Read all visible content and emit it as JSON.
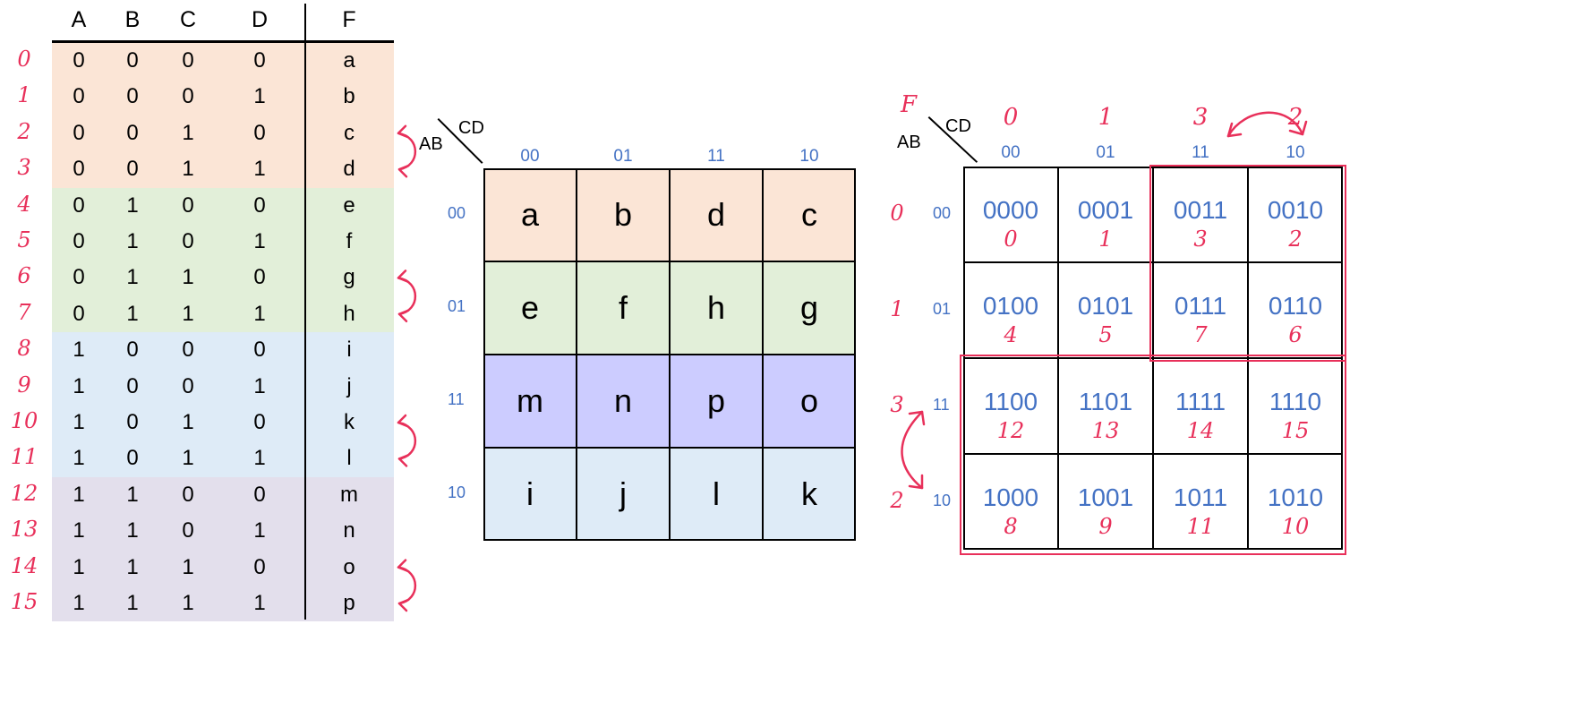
{
  "colors": {
    "peach": "#FBE5D6",
    "green": "#E2EFD9",
    "blue": "#DEEBF7",
    "purple": "#E3DFEC",
    "kmap_purple": "#CCCCFF",
    "digits": "#4472C4",
    "annot": "#E8305A",
    "line": "#000000"
  },
  "truth_table": {
    "headers": [
      "A",
      "B",
      "C",
      "D",
      "F"
    ],
    "rows": [
      {
        "index": "0",
        "a": "0",
        "b": "0",
        "c": "0",
        "d": "0",
        "f": "a"
      },
      {
        "index": "1",
        "a": "0",
        "b": "0",
        "c": "0",
        "d": "1",
        "f": "b"
      },
      {
        "index": "2",
        "a": "0",
        "b": "0",
        "c": "1",
        "d": "0",
        "f": "c"
      },
      {
        "index": "3",
        "a": "0",
        "b": "0",
        "c": "1",
        "d": "1",
        "f": "d"
      },
      {
        "index": "4",
        "a": "0",
        "b": "1",
        "c": "0",
        "d": "0",
        "f": "e"
      },
      {
        "index": "5",
        "a": "0",
        "b": "1",
        "c": "0",
        "d": "1",
        "f": "f"
      },
      {
        "index": "6",
        "a": "0",
        "b": "1",
        "c": "1",
        "d": "0",
        "f": "g"
      },
      {
        "index": "7",
        "a": "0",
        "b": "1",
        "c": "1",
        "d": "1",
        "f": "h"
      },
      {
        "index": "8",
        "a": "1",
        "b": "0",
        "c": "0",
        "d": "0",
        "f": "i"
      },
      {
        "index": "9",
        "a": "1",
        "b": "0",
        "c": "0",
        "d": "1",
        "f": "j"
      },
      {
        "index": "10",
        "a": "1",
        "b": "0",
        "c": "1",
        "d": "0",
        "f": "k"
      },
      {
        "index": "11",
        "a": "1",
        "b": "0",
        "c": "1",
        "d": "1",
        "f": "l"
      },
      {
        "index": "12",
        "a": "1",
        "b": "1",
        "c": "0",
        "d": "0",
        "f": "m"
      },
      {
        "index": "13",
        "a": "1",
        "b": "1",
        "c": "0",
        "d": "1",
        "f": "n"
      },
      {
        "index": "14",
        "a": "1",
        "b": "1",
        "c": "1",
        "d": "0",
        "f": "o"
      },
      {
        "index": "15",
        "a": "1",
        "b": "1",
        "c": "1",
        "d": "1",
        "f": "p"
      }
    ]
  },
  "kmap_letters": {
    "corner_row": "AB",
    "corner_col": "CD",
    "col_headers": [
      "00",
      "01",
      "11",
      "10"
    ],
    "row_headers": [
      "00",
      "01",
      "11",
      "10"
    ],
    "cells": [
      [
        "a",
        "b",
        "d",
        "c"
      ],
      [
        "e",
        "f",
        "h",
        "g"
      ],
      [
        "m",
        "n",
        "p",
        "o"
      ],
      [
        "i",
        "j",
        "l",
        "k"
      ]
    ]
  },
  "kmap_codes": {
    "corner_fn": "F",
    "corner_row": "AB",
    "corner_col": "CD",
    "col_headers": [
      "00",
      "01",
      "11",
      "10"
    ],
    "row_headers": [
      "00",
      "01",
      "11",
      "10"
    ],
    "col_annotations": [
      "0",
      "1",
      "3",
      "2"
    ],
    "row_annotations": [
      "0",
      "1",
      "3",
      "2"
    ],
    "cells": [
      [
        "0000",
        "0001",
        "0011",
        "0010"
      ],
      [
        "0100",
        "0101",
        "0111",
        "0110"
      ],
      [
        "1100",
        "1101",
        "1111",
        "1110"
      ],
      [
        "1000",
        "1001",
        "1011",
        "1010"
      ]
    ],
    "cell_annotations": [
      [
        "0",
        "1",
        "3",
        "2"
      ],
      [
        "4",
        "5",
        "7",
        "6"
      ],
      [
        "12",
        "13",
        "14",
        "15"
      ],
      [
        "8",
        "9",
        "11",
        "10"
      ]
    ]
  }
}
